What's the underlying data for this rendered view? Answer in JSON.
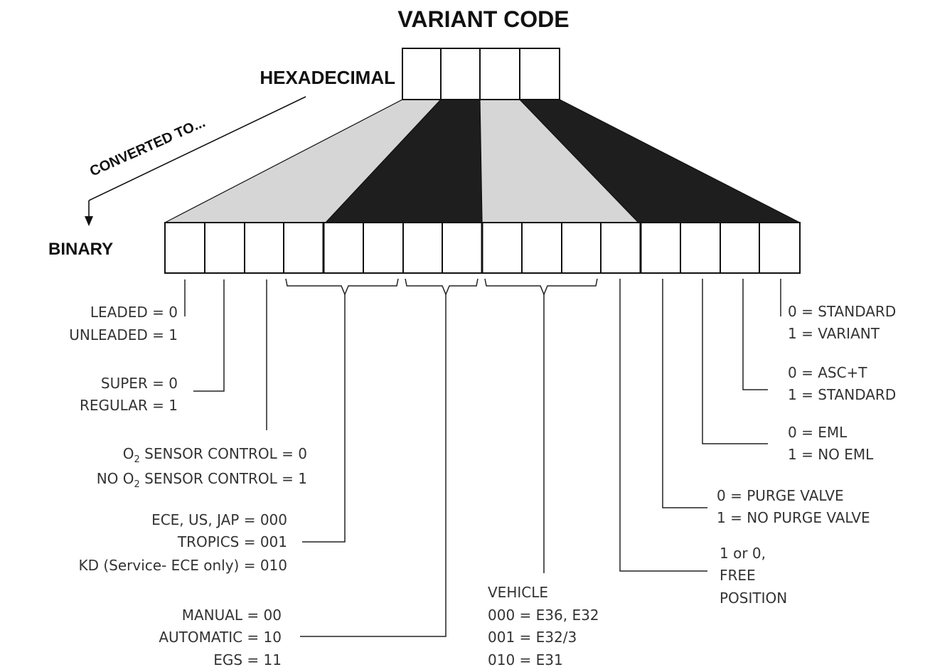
{
  "title": "VARIANT CODE",
  "hex_label": "HEXADECIMAL",
  "binary_label": "BINARY",
  "converted_label": "CONVERTED TO...",
  "colors": {
    "fan_light": "#d6d6d6",
    "fan_dark": "#1e1e1e",
    "stroke": "#111111",
    "text": "#333333"
  },
  "hex_cells": 4,
  "binary_cells": 16,
  "legend": {
    "leaded": [
      "LEADED = 0",
      "UNLEADED = 1"
    ],
    "super": [
      "SUPER = 0",
      "REGULAR = 1"
    ],
    "o2": {
      "line1": {
        "prefix": "O",
        "sub": "2",
        "suffix": " SENSOR CONTROL = 0"
      },
      "line2": {
        "prefix": "NO O",
        "sub": "2",
        "suffix": " SENSOR CONTROL = 1"
      }
    },
    "region": [
      "ECE, US, JAP = 000",
      "TROPICS = 001",
      "KD (Service- ECE only) = 010"
    ],
    "transmission": [
      "MANUAL = 00",
      "AUTOMATIC = 10",
      "EGS = 11"
    ],
    "vehicle": [
      "VEHICLE",
      "000 = E36, E32",
      "001 = E32/3",
      "010 = E31"
    ],
    "free": [
      "1 or 0,",
      "FREE",
      "POSITION"
    ],
    "purge": [
      "0 = PURGE VALVE",
      "1 = NO PURGE VALVE"
    ],
    "eml": [
      "0 = EML",
      "1 = NO EML"
    ],
    "asc": [
      "0 = ASC+T",
      "1 = STANDARD"
    ],
    "standard": [
      "0 = STANDARD",
      "1 = VARIANT"
    ]
  }
}
